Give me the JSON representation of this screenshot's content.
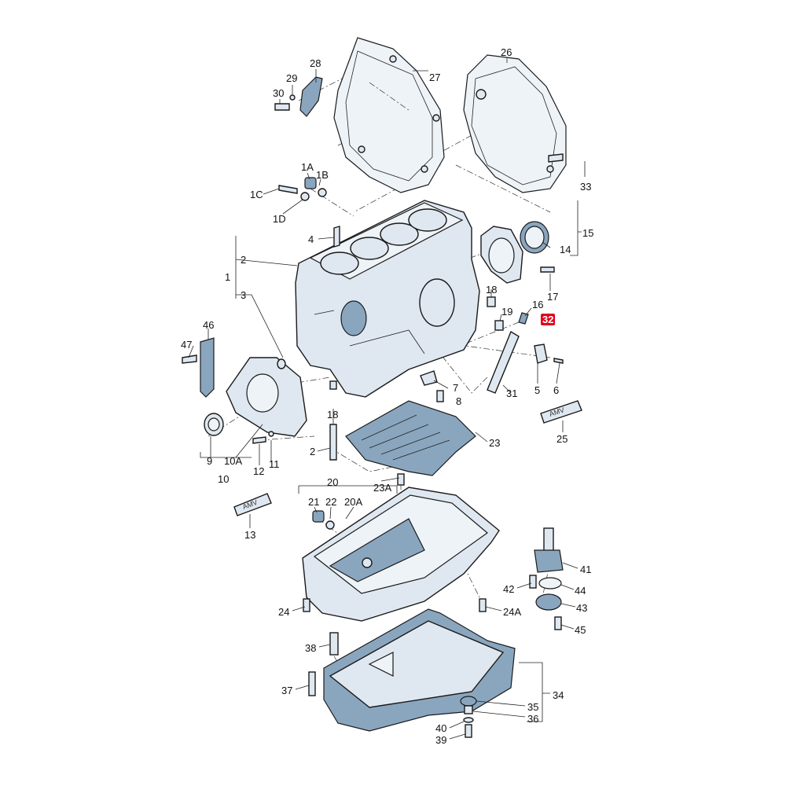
{
  "callouts": [
    {
      "id": "28",
      "text": "28"
    },
    {
      "id": "29",
      "text": "29"
    },
    {
      "id": "30",
      "text": "30"
    },
    {
      "id": "27",
      "text": "27"
    },
    {
      "id": "26",
      "text": "26"
    },
    {
      "id": "33",
      "text": "33"
    },
    {
      "id": "1A",
      "text": "1A"
    },
    {
      "id": "1B",
      "text": "1B"
    },
    {
      "id": "1C",
      "text": "1C"
    },
    {
      "id": "1D",
      "text": "1D"
    },
    {
      "id": "4",
      "text": "4"
    },
    {
      "id": "15",
      "text": "15"
    },
    {
      "id": "14",
      "text": "14"
    },
    {
      "id": "2",
      "text": "2"
    },
    {
      "id": "1",
      "text": "1"
    },
    {
      "id": "3",
      "text": "3"
    },
    {
      "id": "17",
      "text": "17"
    },
    {
      "id": "18a",
      "text": "18"
    },
    {
      "id": "19",
      "text": "19"
    },
    {
      "id": "16",
      "text": "16"
    },
    {
      "id": "32",
      "text": "32"
    },
    {
      "id": "46",
      "text": "46"
    },
    {
      "id": "47",
      "text": "47"
    },
    {
      "id": "5",
      "text": "5"
    },
    {
      "id": "6",
      "text": "6"
    },
    {
      "id": "7",
      "text": "7"
    },
    {
      "id": "8",
      "text": "8"
    },
    {
      "id": "31",
      "text": "31"
    },
    {
      "id": "25",
      "text": "25"
    },
    {
      "id": "18b",
      "text": "18"
    },
    {
      "id": "23",
      "text": "23"
    },
    {
      "id": "2b",
      "text": "2"
    },
    {
      "id": "9",
      "text": "9"
    },
    {
      "id": "10A",
      "text": "10A"
    },
    {
      "id": "11",
      "text": "11"
    },
    {
      "id": "12",
      "text": "12"
    },
    {
      "id": "10",
      "text": "10"
    },
    {
      "id": "20",
      "text": "20"
    },
    {
      "id": "23A",
      "text": "23A"
    },
    {
      "id": "21",
      "text": "21"
    },
    {
      "id": "22",
      "text": "22"
    },
    {
      "id": "20A",
      "text": "20A"
    },
    {
      "id": "13",
      "text": "13"
    },
    {
      "id": "41",
      "text": "41"
    },
    {
      "id": "42",
      "text": "42"
    },
    {
      "id": "44",
      "text": "44"
    },
    {
      "id": "43",
      "text": "43"
    },
    {
      "id": "24",
      "text": "24"
    },
    {
      "id": "24A",
      "text": "24A"
    },
    {
      "id": "45",
      "text": "45"
    },
    {
      "id": "38",
      "text": "38"
    },
    {
      "id": "37",
      "text": "37"
    },
    {
      "id": "34",
      "text": "34"
    },
    {
      "id": "35",
      "text": "35"
    },
    {
      "id": "36",
      "text": "36"
    },
    {
      "id": "40",
      "text": "40"
    },
    {
      "id": "39",
      "text": "39"
    }
  ],
  "tube_label": "AMV",
  "highlight_color": "#e3001b"
}
